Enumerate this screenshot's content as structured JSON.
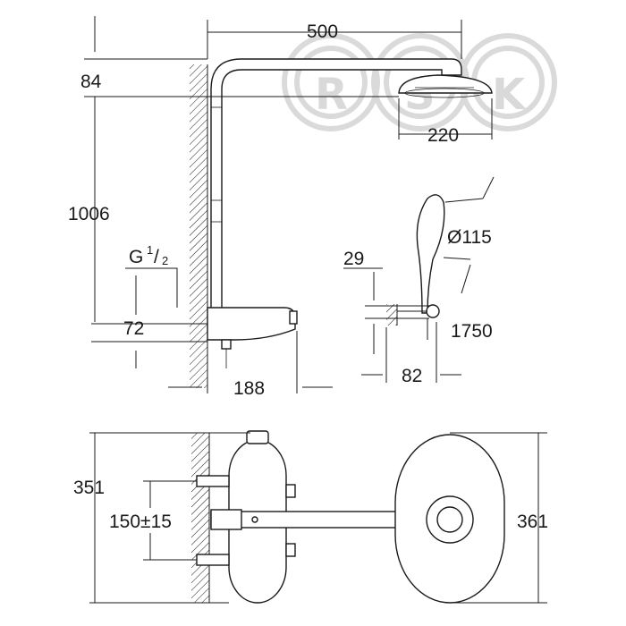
{
  "watermark": {
    "letters": [
      "R",
      "S",
      "K"
    ],
    "color": "#d9d9d9"
  },
  "side_view": {
    "arm_length": "500",
    "head_offset": "84",
    "total_height": "1006",
    "connection_label": "G",
    "connection_fraction_num": "1",
    "connection_fraction_den": "2",
    "connection_height": "72",
    "head_diameter": "220",
    "projection": "188"
  },
  "hand_shower_view": {
    "diameter": "Ø115",
    "outlet_offset": "29",
    "hose_length": "1750",
    "projection": "82"
  },
  "front_view": {
    "body_height": "351",
    "centre_distance": "150±15",
    "rosette_height": "361"
  },
  "colors": {
    "line": "#1a1a1a",
    "background": "#ffffff"
  }
}
